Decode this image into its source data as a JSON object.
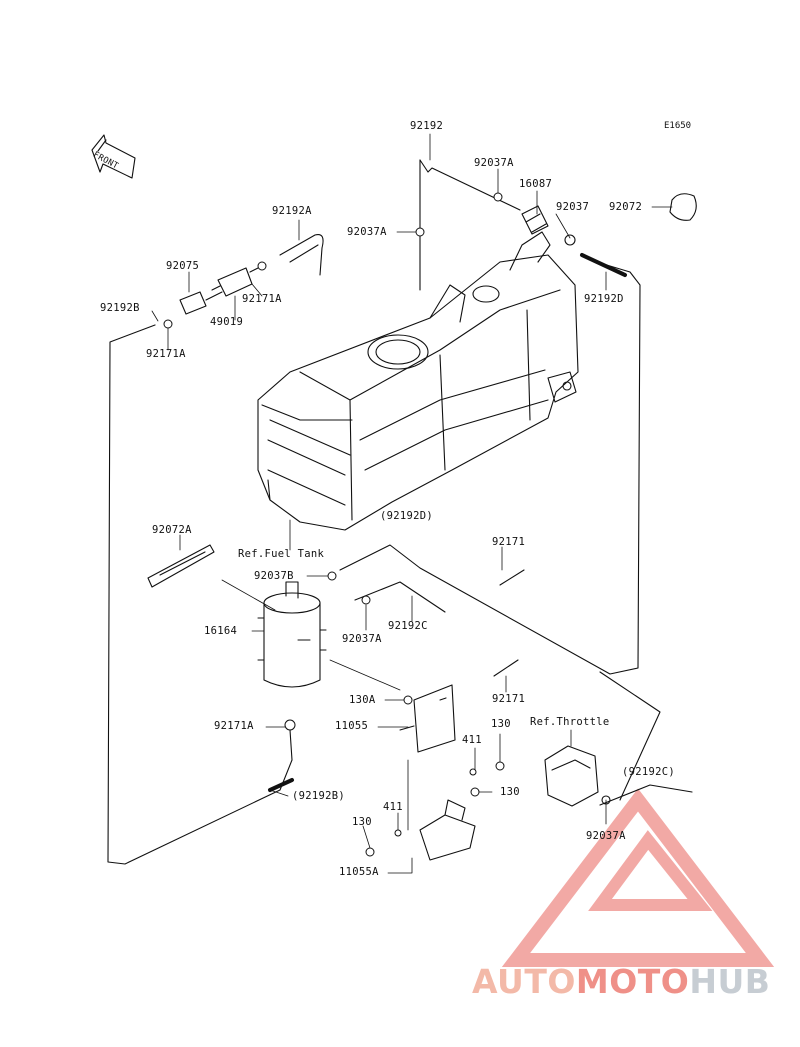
{
  "diagram_code": "E1650",
  "front_label": "FRONT",
  "labels": {
    "l92192": "92192",
    "l92037A_top": "92037A",
    "l16087": "16087",
    "l92037A_mid": "92037A",
    "l92037": "92037",
    "l92072": "92072",
    "l92192A": "92192A",
    "l92075": "92075",
    "l92171A_a": "92171A",
    "l49019": "49019",
    "l92192B": "92192B",
    "l92171A_b": "92171A",
    "l92192D": "92192D",
    "l92192D_paren": "(92192D)",
    "l92072A": "92072A",
    "lRefFuelTank": "Ref.Fuel Tank",
    "l92037B": "92037B",
    "l92171_a": "92171",
    "l16164": "16164",
    "l92037A_low": "92037A",
    "l92192C": "92192C",
    "l130A": "130A",
    "l11055": "11055",
    "l92171_b": "92171",
    "l92171A_c": "92171A",
    "l130_a": "130",
    "lRefThrottle": "Ref.Throttle",
    "l411_a": "411",
    "l92192C_paren": "(92192C)",
    "l130_b": "130",
    "l92192B_paren": "(92192B)",
    "l411_b": "411",
    "l130_c": "130",
    "l92037A_bottom": "92037A",
    "l11055A": "11055A"
  },
  "watermark": {
    "part1": "AUTO",
    "part2": "MOTO",
    "part3": "HUB"
  },
  "colors": {
    "line": "#111111",
    "watermark_red": "#e8635c",
    "watermark_peach": "#f3b9a8",
    "watermark_grey": "#c7cdd3"
  }
}
